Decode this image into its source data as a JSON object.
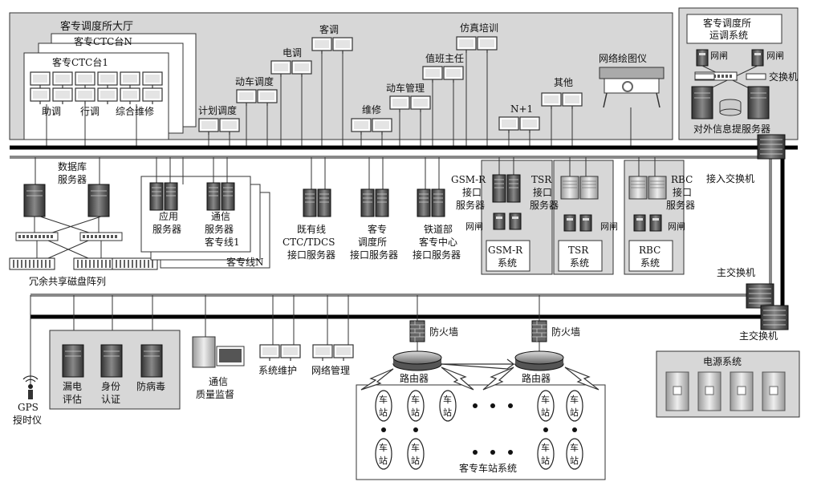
{
  "hall": {
    "title": "客专调度所大厅",
    "ctc_n": "客专CTC台N",
    "ctc_1": "客专CTC台1",
    "role_assist": "助调",
    "role_train": "行调",
    "role_maint": "综合维修"
  },
  "desks": {
    "plan": "计划调度",
    "emu": "动车调度",
    "power": "电调",
    "passenger": "客调",
    "maintenance": "维修",
    "emu_mgmt": "动车管理",
    "duty": "值班主任",
    "simulation": "仿真培训",
    "n_plus_1": "N+1",
    "other": "其他",
    "plotter": "网络绘图仪"
  },
  "ops_box": {
    "title_line1": "客专调度所",
    "title_line2": "运调系统",
    "gate_left": "网闸",
    "gate_right": "网闸",
    "switch": "交换机",
    "external": "对外信息提服务器"
  },
  "servers": {
    "db_line1": "数据库",
    "db_line2": "服务器",
    "raid": "冗余共享磁盘阵列",
    "app_line1": "应用",
    "app_line2": "服务器",
    "comm_line1": "通信",
    "comm_line2": "服务器",
    "line_1": "客专线1",
    "line_n": "客专线N",
    "ctc_line1": "既有线",
    "ctc_line2": "CTC/TDCS",
    "ctc_line3": "接口服务器",
    "dispatch_line1": "客专",
    "dispatch_line2": "调度所",
    "dispatch_line3": "接口服务器",
    "rail_line1": "铁道部",
    "rail_line2": "客专中心",
    "rail_line3": "接口服务器",
    "gsmr_line1": "GSM-R",
    "gsmr_line2": "接口",
    "gsmr_line3": "服务器",
    "gsmr_gate": "网闸",
    "gsmr_sys_line1": "GSM-R",
    "gsmr_sys_line2": "系统",
    "tsr_line1": "TSR",
    "tsr_line2": "接口",
    "tsr_line3": "服务器",
    "tsr_gate": "网闸",
    "tsr_sys_line1": "TSR",
    "tsr_sys_line2": "系统",
    "rbc_line1": "RBC",
    "rbc_line2": "接口",
    "rbc_line3": "服务器",
    "rbc_gate": "网闸",
    "rbc_sys_line1": "RBC",
    "rbc_sys_line2": "系统"
  },
  "switches": {
    "access": "接入交换机",
    "main_1": "主交换机",
    "main_2": "主交换机"
  },
  "security": {
    "leak_line1": "漏电",
    "leak_line2": "评估",
    "id_line1": "身份",
    "id_line2": "认证",
    "antivirus": "防病毒"
  },
  "lower": {
    "gps_line1": "GPS",
    "gps_line2": "授时仪",
    "comm_q_line1": "通信",
    "comm_q_line2": "质量监督",
    "sys_maint": "系统维护",
    "net_mgmt": "网络管理",
    "firewall_1": "防火墙",
    "firewall_2": "防火墙",
    "router_1": "路由器",
    "router_2": "路由器",
    "station_char1": "车",
    "station_char2": "站",
    "station_system": "客专车站系统",
    "power_system": "电源系统"
  }
}
